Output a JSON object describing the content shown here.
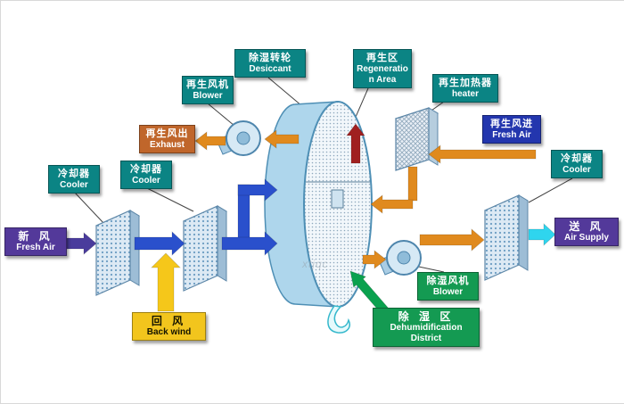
{
  "watermark": "xtjqc",
  "labels": {
    "desiccant_wheel": {
      "zh": "除湿转轮",
      "en": "Desiccant"
    },
    "regeneration_area": {
      "zh": "再生区",
      "en": "Regeneration Area"
    },
    "regen_blower": {
      "zh": "再生风机",
      "en": "Blower"
    },
    "regen_heater": {
      "zh": "再生加热器",
      "en": "heater"
    },
    "exhaust": {
      "zh": "再生风出",
      "en": "Exhaust"
    },
    "cooler_left": {
      "zh": "冷却器",
      "en": "Cooler"
    },
    "cooler_mid": {
      "zh": "冷却器",
      "en": "Cooler"
    },
    "cooler_right": {
      "zh": "冷却器",
      "en": "Cooler"
    },
    "regen_fresh_air": {
      "zh": "再生风进",
      "en": "Fresh Air"
    },
    "fresh_air": {
      "zh": "新  风",
      "en": "Fresh Air"
    },
    "back_wind": {
      "zh": "回  风",
      "en": "Back wind"
    },
    "air_supply": {
      "zh": "送  风",
      "en": "Air Supply"
    },
    "dehumid_blower": {
      "zh": "除湿风机",
      "en": "Blower"
    },
    "dehumid_district": {
      "zh": "除 湿 区",
      "en": "Dehumidification District"
    }
  },
  "colors": {
    "teal_box": "#0b8484",
    "orange_box": "#c0662b",
    "blue_box": "#2336ae",
    "purple_box": "#53399a",
    "yellow_box": "#f2c51d",
    "green_box": "#149a52",
    "process_arrow_blue": "#2a50cc",
    "fresh_arrow_purple": "#4a3c9c",
    "return_arrow_yellow": "#f5c71a",
    "regen_arrow_orange": "#e08a1e",
    "supply_arrow_cyan": "#2fd5ee",
    "regen_sector_red": "#a02020",
    "dehumid_arrow_green": "#0aa14e",
    "wheel_body": "#aed6ec"
  }
}
